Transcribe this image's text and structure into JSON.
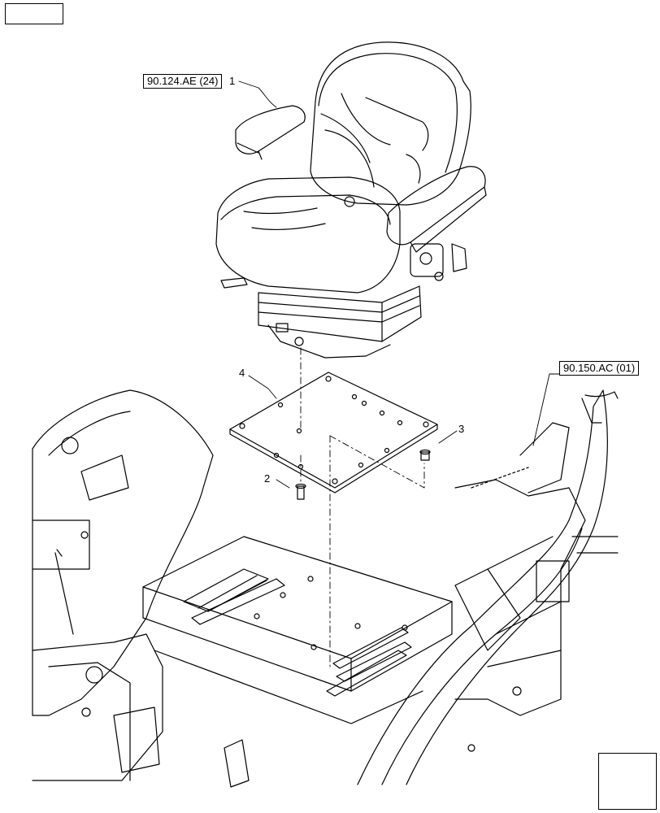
{
  "references": {
    "seat_ref": "90.124.AE (24)",
    "frame_ref": "90.150.AC (01)"
  },
  "callouts": [
    "1",
    "2",
    "3",
    "4"
  ],
  "icons": {
    "top_left": "book-arrow-icon",
    "bottom_right": "next-page-arrow-icon"
  }
}
